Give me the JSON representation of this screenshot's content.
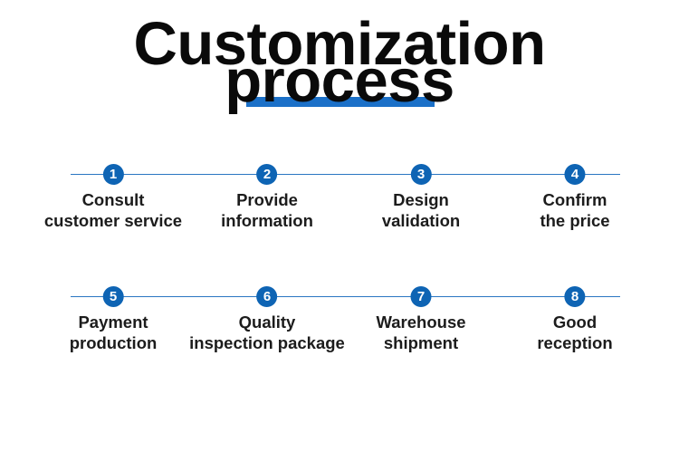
{
  "title": {
    "line1": "Customization",
    "line2": "process"
  },
  "colors": {
    "title_text": "#0a0a0a",
    "underline_blue": "#1b70c8",
    "circle_blue": "#0e64b4",
    "track_blue": "#2a76c2",
    "label_text": "#1c1c1c",
    "background": "#ffffff"
  },
  "steps": [
    {
      "number": "1",
      "label": "Consult\ncustomer service"
    },
    {
      "number": "2",
      "label": "Provide\ninformation"
    },
    {
      "number": "3",
      "label": "Design\nvalidation"
    },
    {
      "number": "4",
      "label": "Confirm\nthe price"
    },
    {
      "number": "5",
      "label": "Payment\nproduction"
    },
    {
      "number": "6",
      "label": "Quality\ninspection package"
    },
    {
      "number": "7",
      "label": "Warehouse\nshipment"
    },
    {
      "number": "8",
      "label": "Good\nreception"
    }
  ]
}
